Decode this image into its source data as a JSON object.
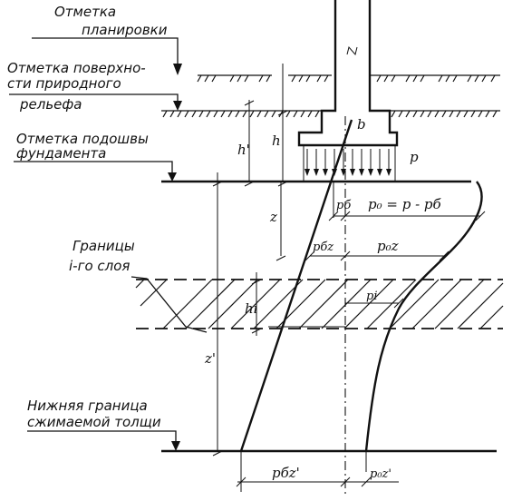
{
  "labels": {
    "grade_level_l1": "Отметка",
    "grade_level_l2": "планировки",
    "natural_surface_l1": "Отметка поверхно-",
    "natural_surface_l2": "сти природного",
    "natural_surface_l3": "рельефа",
    "footing_base_l1": "Отметка подошвы",
    "footing_base_l2": "фундамента",
    "layer_bounds_l1": "Границы",
    "layer_bounds_l2": "i-го слоя",
    "compressible_l1": "Нижняя граница",
    "compressible_l2": "сжимаемой толщи"
  },
  "symbols": {
    "b": "b",
    "p": "p",
    "h": "h",
    "h_prime": "h'",
    "z": "z",
    "z_prime": "z'",
    "h_i": "hi",
    "p_b": "pб",
    "p_0_eq": "p₀ = p - pб",
    "p_bz": "pбz",
    "p_0z": "p₀z",
    "p_i": "pi",
    "p_bz_prime": "pбz'",
    "p_0z_prime": "p₀z'"
  }
}
